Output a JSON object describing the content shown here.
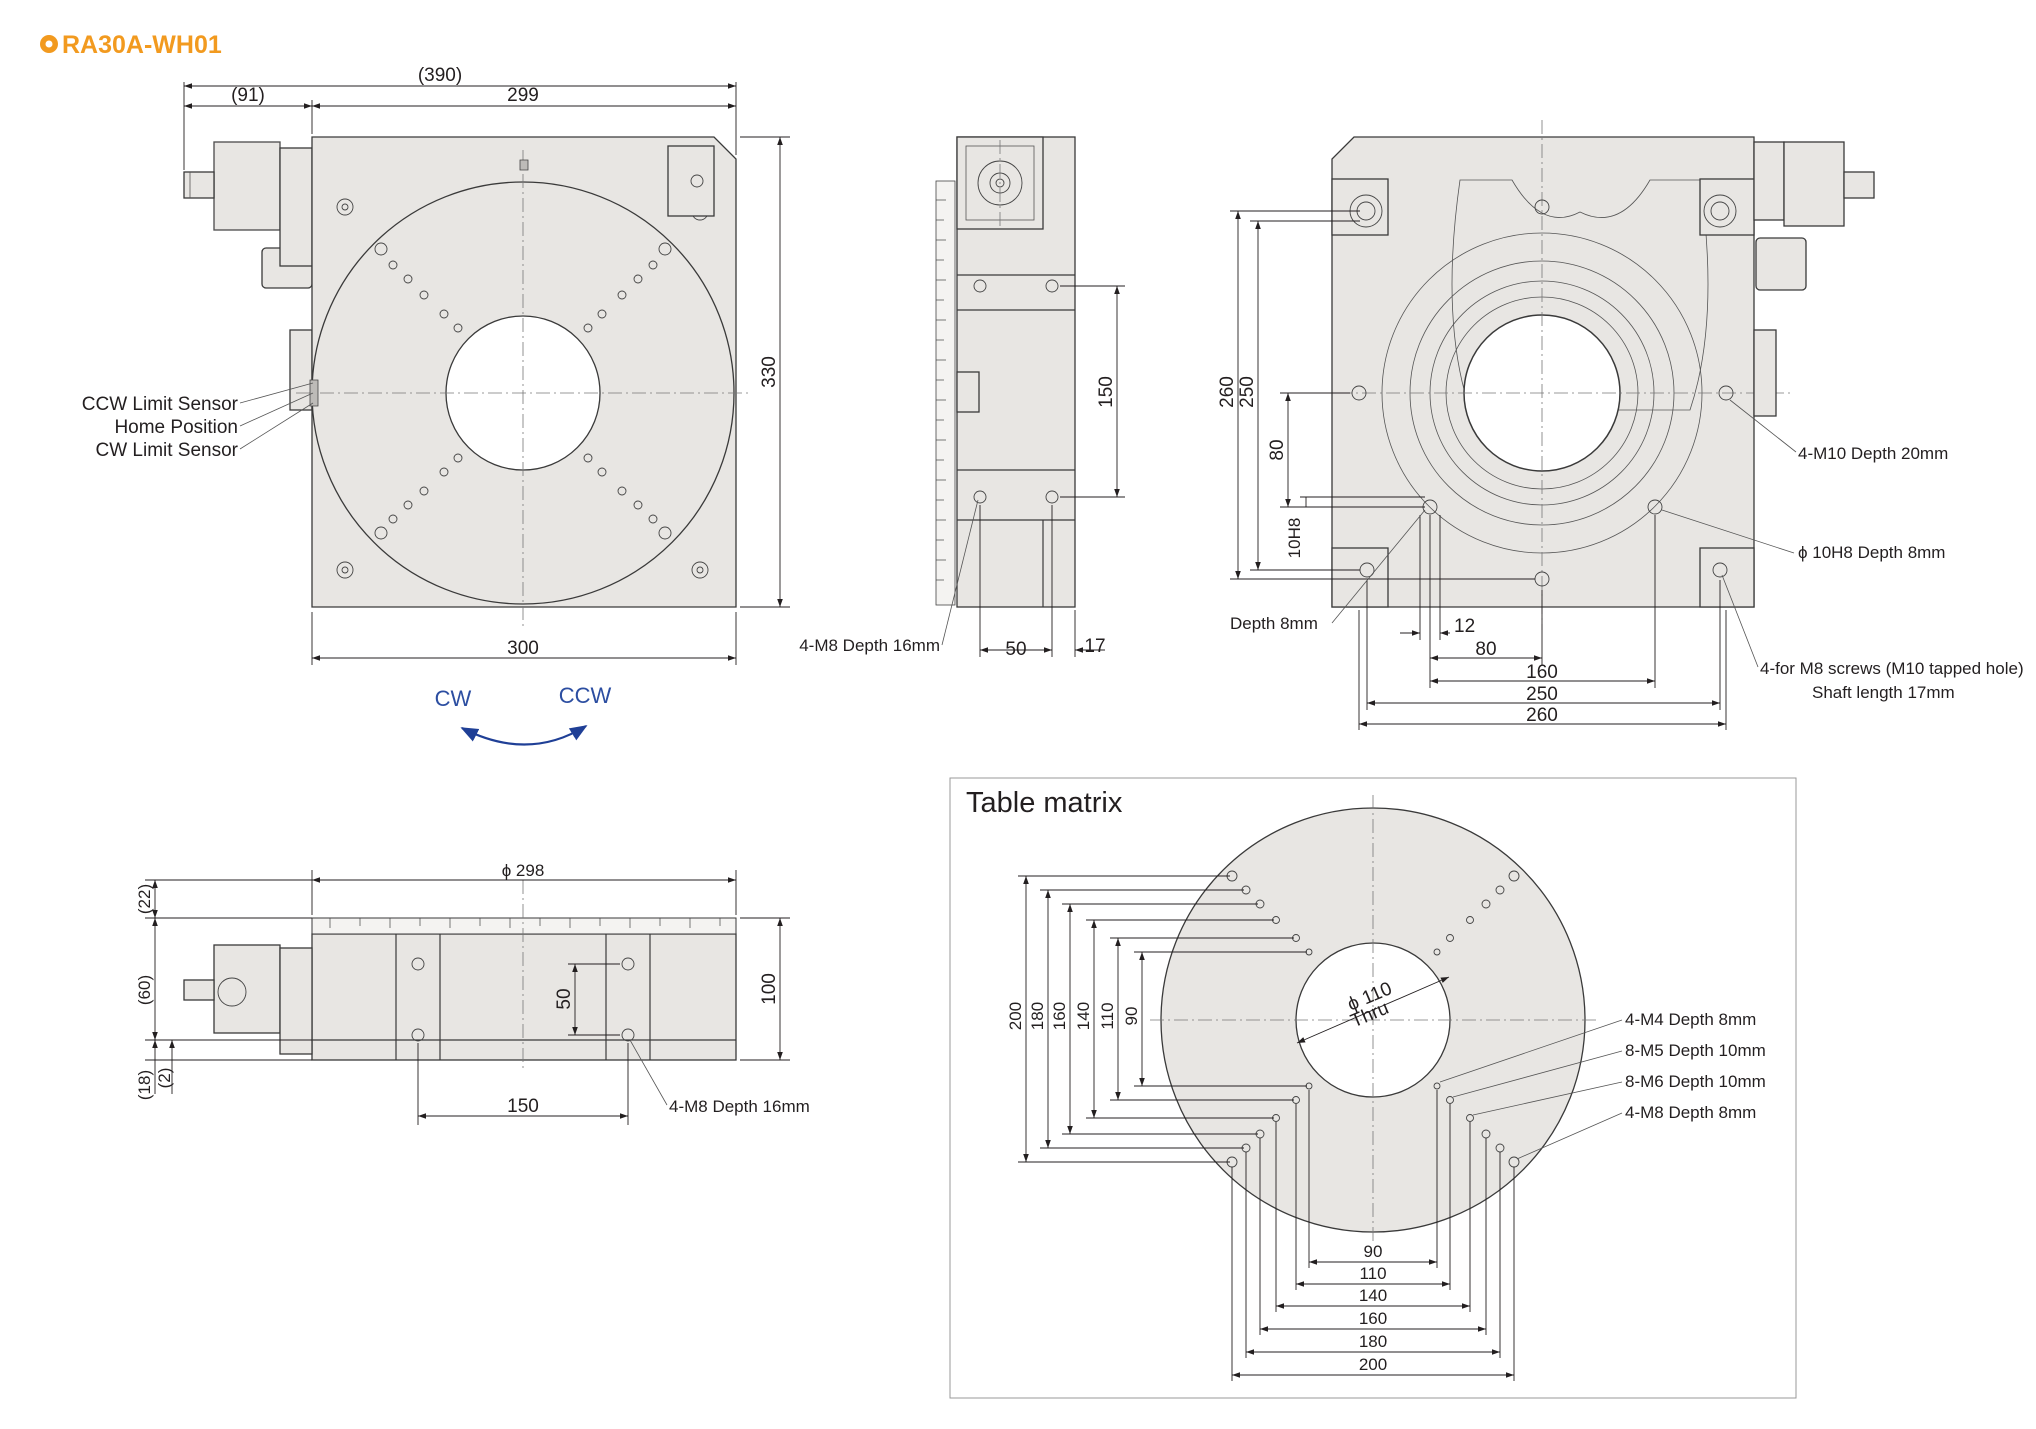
{
  "title": "RA30A-WH01",
  "colors": {
    "accent": "#f29a1f",
    "arrow": "#1f3f96",
    "part_fill": "#e8e6e3",
    "line": "#3a3a3a"
  },
  "top_view": {
    "dims": {
      "overall": "(390)",
      "motor": "(91)",
      "body": "299",
      "width": "300",
      "height": "330"
    },
    "sensors": [
      "CCW Limit Sensor",
      "Home Position",
      "CW Limit Sensor"
    ],
    "rotation": {
      "cw": "CW",
      "ccw": "CCW"
    }
  },
  "side_view": {
    "dims": {
      "holes_pitch": "150",
      "base": "50",
      "offset": "17"
    },
    "note": "4-M8 Depth 16mm"
  },
  "bottom_view": {
    "dims": {
      "h260": "260",
      "h250": "250",
      "h80": "80",
      "h10h8": "10H8",
      "w12": "12",
      "w80": "80",
      "w160": "160",
      "w250": "250",
      "w260": "260"
    },
    "notes": {
      "m10": "4-M10 Depth 20mm",
      "pin": "ϕ 10H8 Depth 8mm",
      "depth": "Depth 8mm",
      "screws": "4-for M8 screws (M10 tapped hole)",
      "shaft": "Shaft length 17mm"
    }
  },
  "front_view": {
    "dims": {
      "dia": "ϕ 298",
      "d22": "(22)",
      "d60": "(60)",
      "d18": "(18)",
      "d2": "(2)",
      "h100": "100",
      "h50": "50",
      "w150": "150"
    },
    "note": "4-M8 Depth 16mm"
  },
  "table_matrix": {
    "title": "Table matrix",
    "thru_dia": "ϕ 110",
    "thru": "Thru",
    "pitches": [
      "200",
      "180",
      "160",
      "140",
      "110",
      "90"
    ],
    "pitches_h": [
      "90",
      "110",
      "140",
      "160",
      "180",
      "200"
    ],
    "notes": [
      "4-M4 Depth 8mm",
      "8-M5 Depth 10mm",
      "8-M6 Depth 10mm",
      "4-M8 Depth 8mm"
    ]
  }
}
